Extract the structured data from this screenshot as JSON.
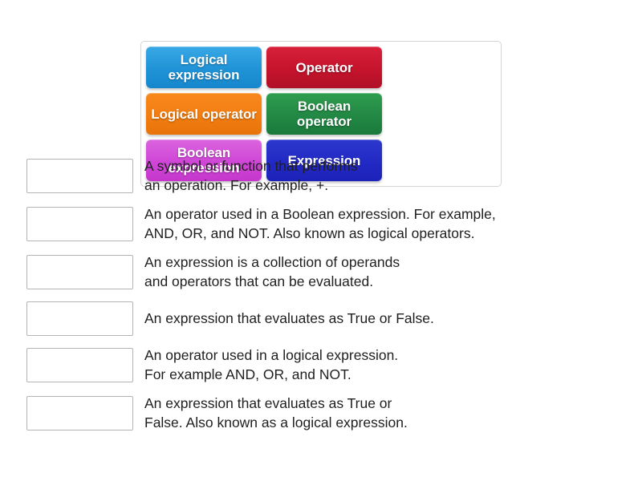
{
  "activity": {
    "type": "match-up-drag-and-drop",
    "background_color": "#ffffff"
  },
  "tile_bank": {
    "border_color": "#d4d4d4",
    "tiles": [
      {
        "label": "Logical\nexpression",
        "color": "#1f93d6",
        "color_name": "blue"
      },
      {
        "label": "Operator",
        "color": "#c5142c",
        "color_name": "red"
      },
      {
        "label": "Logical\noperator",
        "color": "#f27e12",
        "color_name": "orange"
      },
      {
        "label": "Boolean\noperator",
        "color": "#228844",
        "color_name": "green"
      },
      {
        "label": "Boolean\nexpression",
        "color": "#cf46d6",
        "color_name": "purple"
      },
      {
        "label": "Expression",
        "color": "#2229c4",
        "color_name": "navy"
      }
    ]
  },
  "definitions": {
    "slot_placeholder": "",
    "items": [
      {
        "text": "A symbol or function that performs\nan operation. For example, +."
      },
      {
        "text": "An operator used in a Boolean expression. For example,\nAND, OR, and NOT. Also known as logical operators."
      },
      {
        "text": "An expression is a collection of operands\nand operators that can be evaluated."
      },
      {
        "text": "An expression that evaluates as True or False."
      },
      {
        "text": "An operator used in a logical expression.\nFor example AND, OR, and NOT."
      },
      {
        "text": "An expression that evaluates as True or\nFalse. Also known as a logical expression."
      }
    ]
  }
}
